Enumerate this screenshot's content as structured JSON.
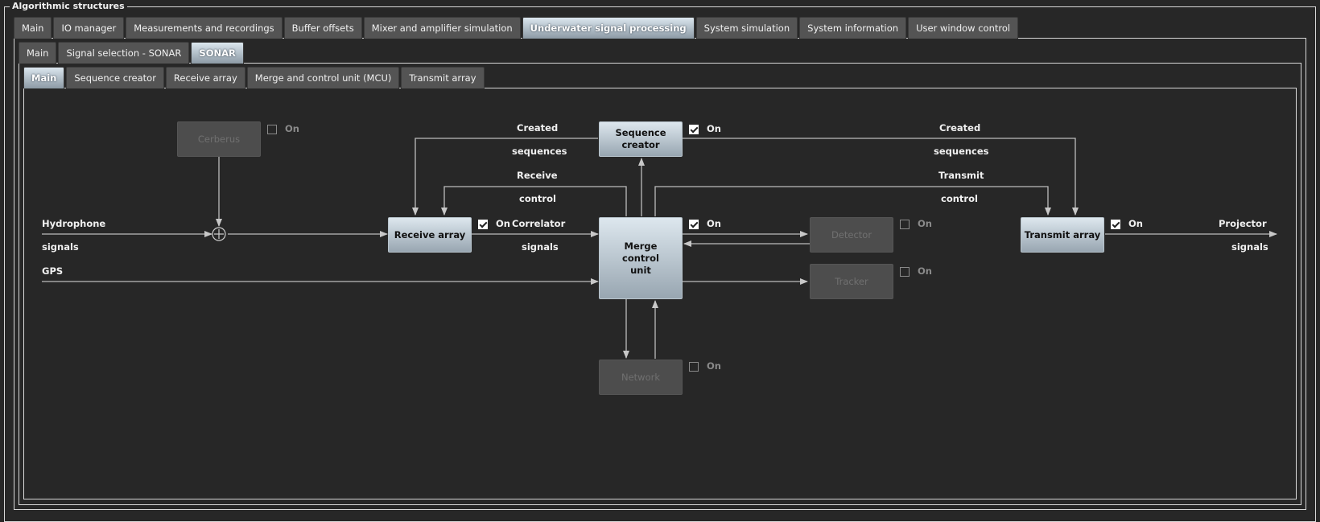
{
  "group_title": "Algorithmic structures",
  "tabs_level1": [
    "Main",
    "IO manager",
    "Measurements and recordings",
    "Buffer offsets",
    "Mixer and amplifier simulation",
    "Underwater signal processing",
    "System simulation",
    "System information",
    "User window control"
  ],
  "tabs_level2": [
    "Main",
    "Signal selection - SONAR",
    "SONAR"
  ],
  "tabs_level3": [
    "Main",
    "Sequence creator",
    "Receive array",
    "Merge and control unit (MCU)",
    "Transmit array"
  ],
  "blocks": {
    "cerberus": "Cerberus",
    "sequence_creator": "Sequence creator",
    "receive_array": "Receive array",
    "merge_control_unit": "Merge control unit",
    "detector": "Detector",
    "tracker": "Tracker",
    "transmit_array": "Transmit array",
    "network": "Network"
  },
  "checkbox_label": "On",
  "checkboxes": {
    "cerberus": false,
    "sequence_creator": true,
    "receive_array": true,
    "merge_control_unit": true,
    "detector": false,
    "tracker": false,
    "transmit_array": true,
    "network": false
  },
  "signal_labels": {
    "created": "Created",
    "sequences": "sequences",
    "receive": "Receive",
    "transmit": "Transmit",
    "control": "control",
    "hydrophone": "Hydrophone",
    "signals": "signals",
    "gps": "GPS",
    "correlator": "Correlator",
    "projector": "Projector"
  }
}
